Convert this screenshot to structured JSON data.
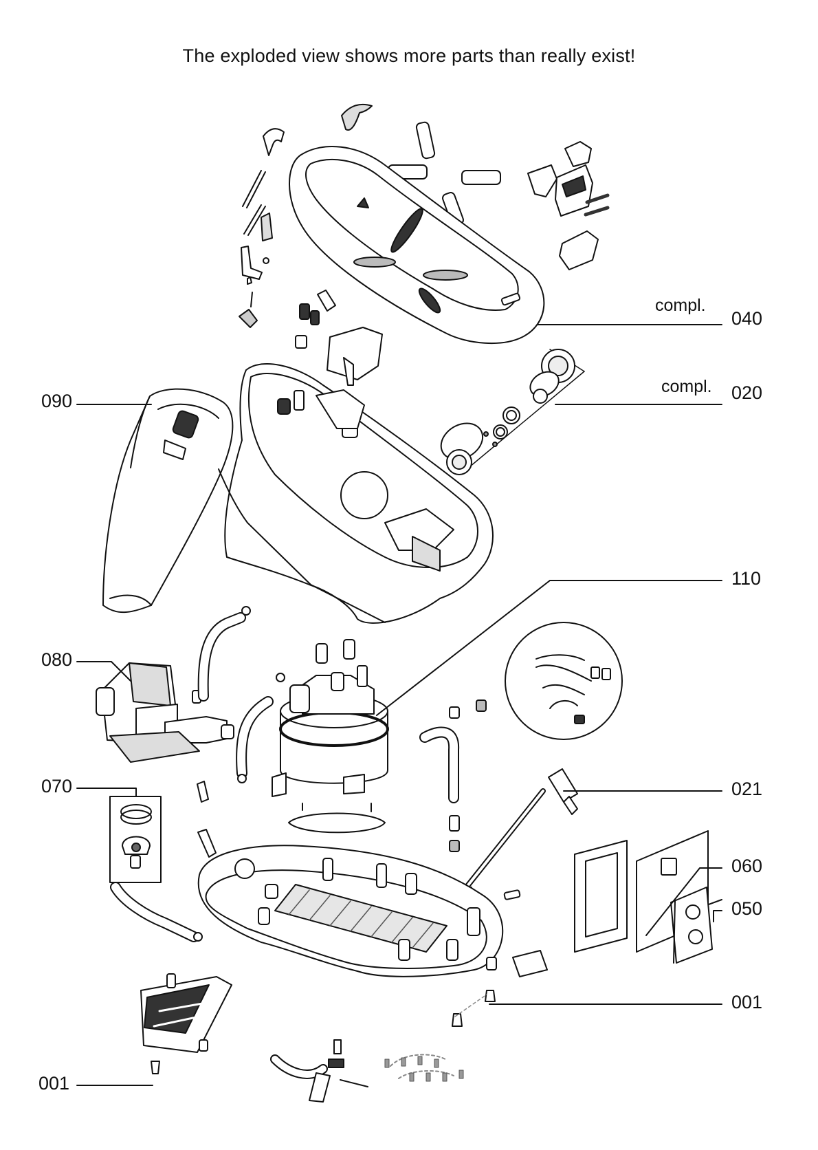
{
  "diagram": {
    "notice": "The exploded view shows more parts than really exist!",
    "callouts": {
      "c040": {
        "number": "040",
        "note": "compl."
      },
      "c020": {
        "number": "020",
        "note": "compl."
      },
      "c090": {
        "number": "090"
      },
      "c110": {
        "number": "110"
      },
      "c080": {
        "number": "080"
      },
      "c070": {
        "number": "070"
      },
      "c021": {
        "number": "021"
      },
      "c060": {
        "number": "060"
      },
      "c050": {
        "number": "050"
      },
      "c001_right": {
        "number": "001"
      },
      "c001_left": {
        "number": "001"
      }
    },
    "colors": {
      "ink": "#111111",
      "fill": "#ffffff",
      "shade": "#d9d9d9",
      "dark": "#555555"
    }
  }
}
